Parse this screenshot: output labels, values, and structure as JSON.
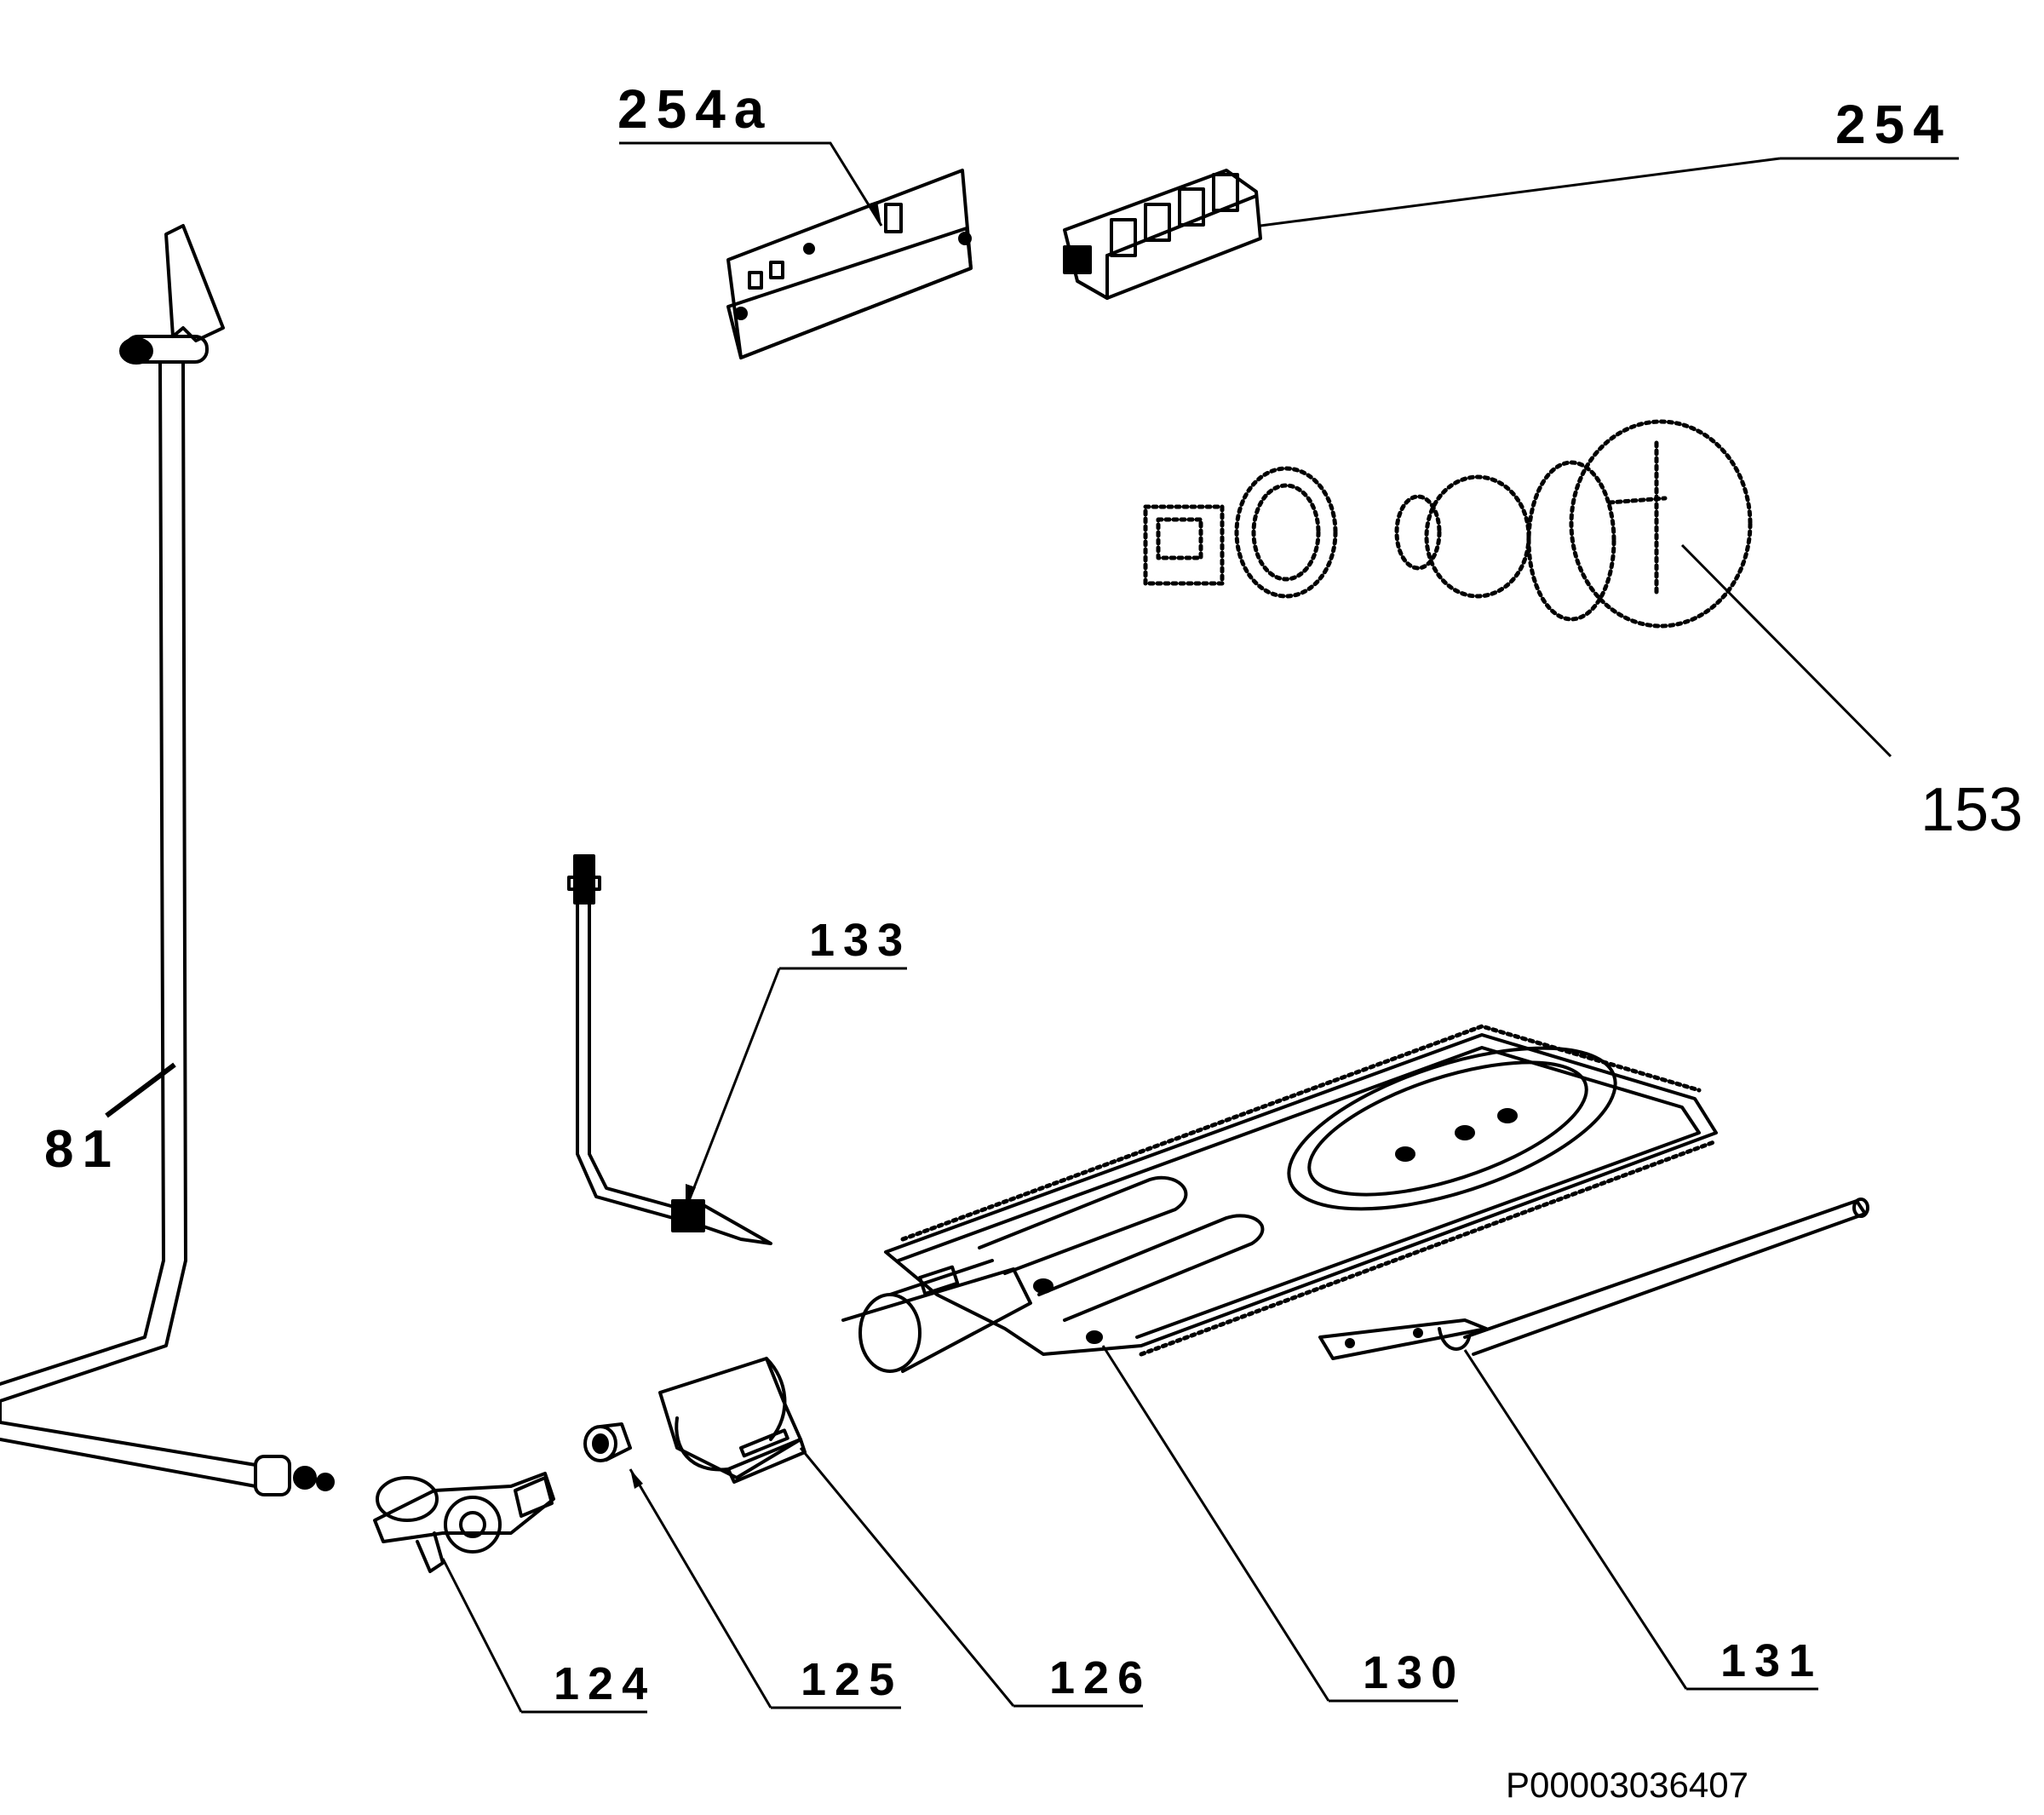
{
  "diagram": {
    "drawing_number": "P00003036407",
    "labels": {
      "p254a": "254a",
      "p254": "254",
      "p153": "153",
      "p133": "133",
      "p81": "81",
      "p124": "124",
      "p125": "125",
      "p126": "126",
      "p130": "130",
      "p131": "131"
    },
    "colors": {
      "ink": "#000000",
      "paper": "#ffffff"
    }
  }
}
